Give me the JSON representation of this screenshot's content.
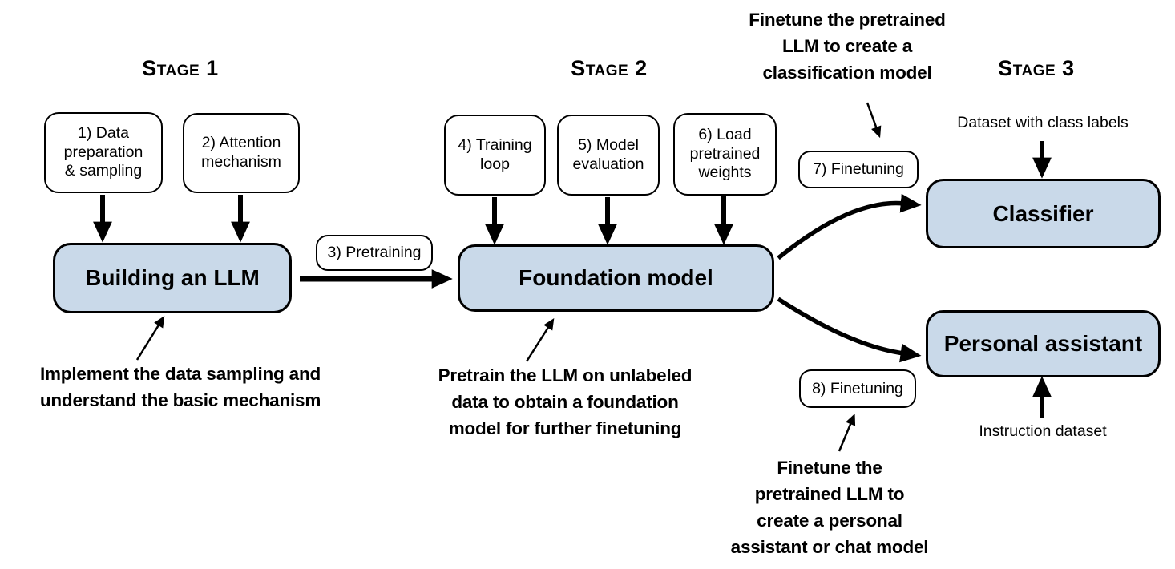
{
  "colors": {
    "box_fill": "#c9d9e9",
    "stroke": "#000000",
    "background": "#ffffff"
  },
  "stage1": {
    "title": "Stage 1",
    "steps": [
      "1) Data\npreparation\n& sampling",
      "2) Attention\nmechanism"
    ],
    "main_box": "Building an LLM",
    "annotation": "Implement the data sampling and\nunderstand the basic mechanism"
  },
  "transition": {
    "label": "3) Pretraining"
  },
  "stage2": {
    "title": "Stage 2",
    "steps": [
      "4) Training\nloop",
      "5) Model\nevaluation",
      "6) Load\npretrained\nweights"
    ],
    "main_box": "Foundation model",
    "annotation": "Pretrain the LLM on unlabeled\ndata to obtain a foundation\nmodel for further finetuning"
  },
  "stage3": {
    "title": "Stage 3",
    "finetuning_classifier": "7) Finetuning",
    "finetuning_assistant": "8) Finetuning",
    "classifier_box": "Classifier",
    "assistant_box": "Personal assistant",
    "classifier_input": "Dataset with class labels",
    "assistant_input": "Instruction dataset",
    "annotation_classifier": "Finetune the pretrained\nLLM to create a\nclassification model",
    "annotation_assistant": "Finetune the\npretrained LLM to\ncreate a personal\nassistant or chat model"
  }
}
